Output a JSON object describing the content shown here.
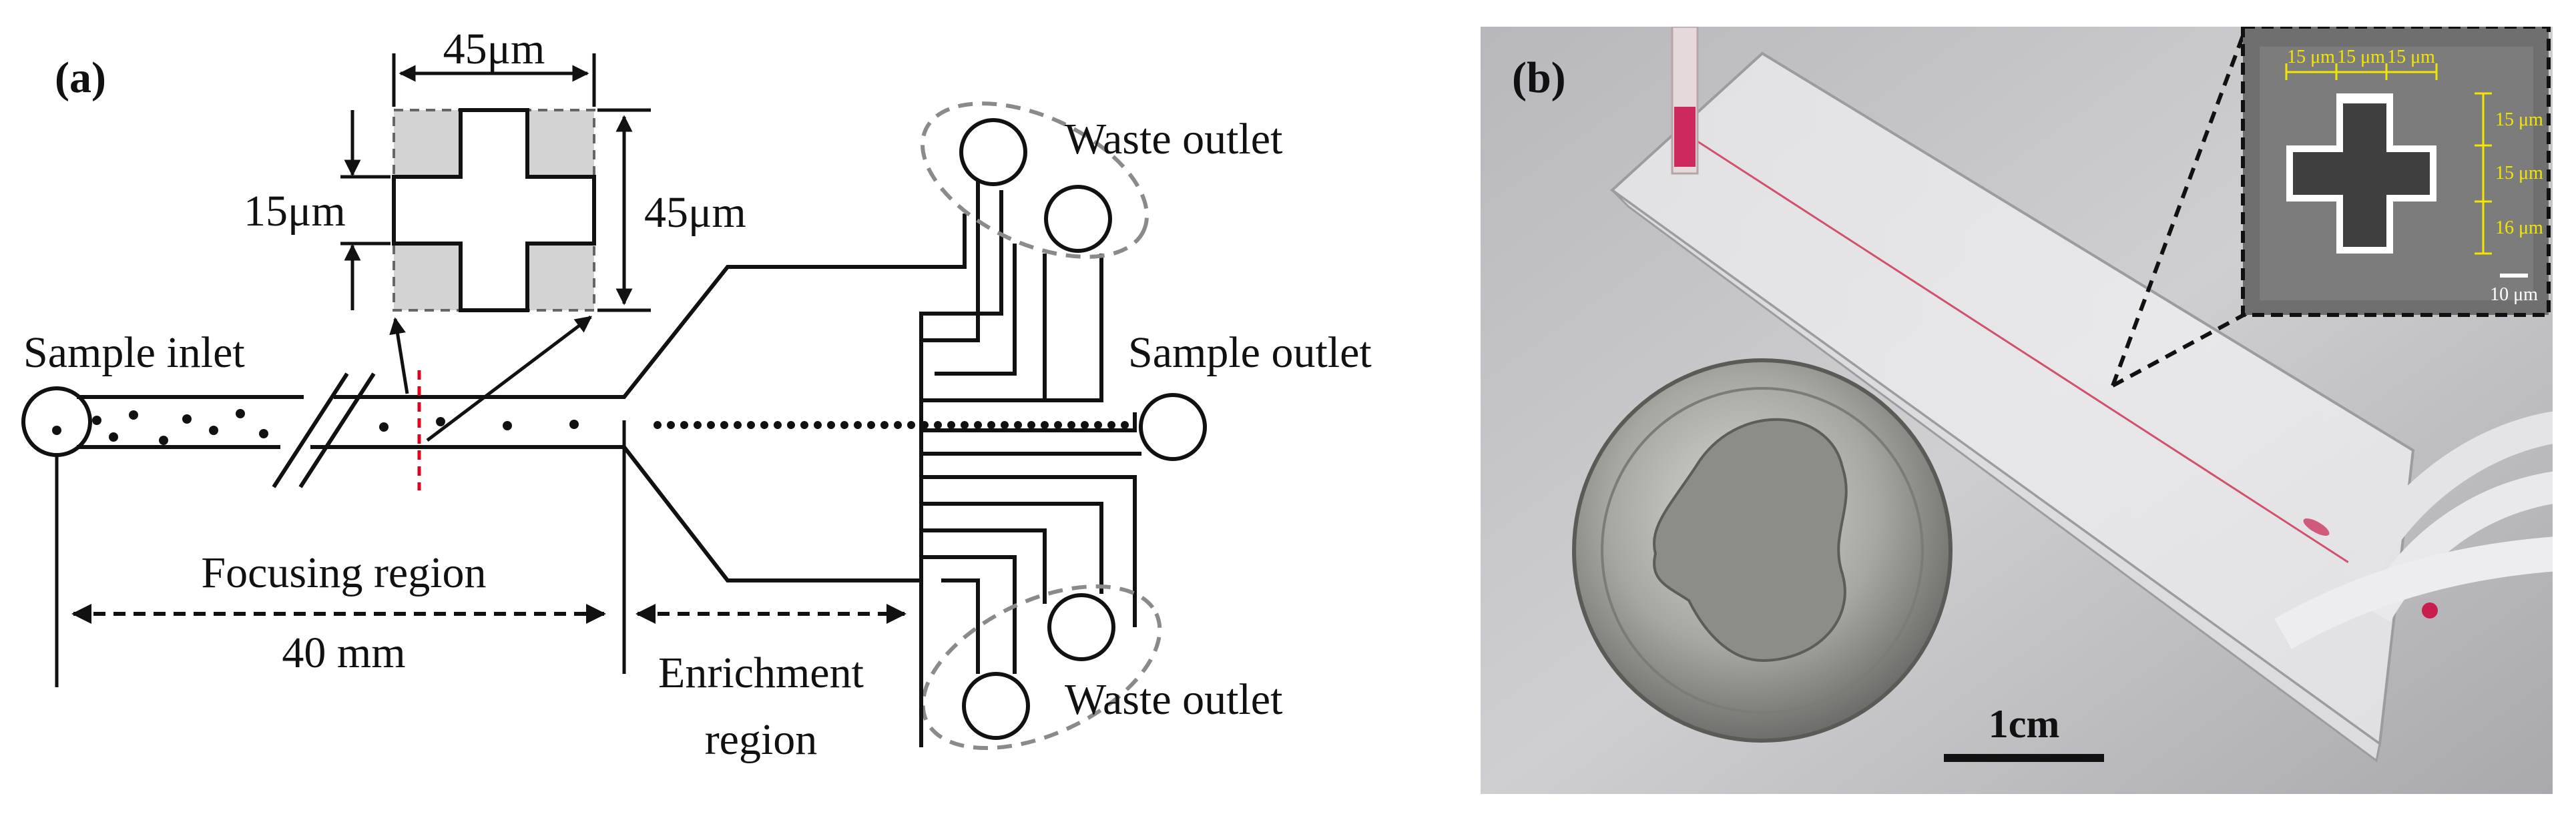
{
  "panel_a": {
    "label": "(a)",
    "dims": {
      "top_width": "45μm",
      "side_height": "45μm",
      "arm_width": "15μm"
    },
    "labels": {
      "sample_inlet": "Sample inlet",
      "sample_outlet": "Sample outlet",
      "waste_outlet_top": "Waste outlet",
      "waste_outlet_bottom": "Waste outlet",
      "focusing_region": "Focusing region",
      "focusing_length": "40 mm",
      "enrichment_line1": "Enrichment",
      "enrichment_line2": "region"
    }
  },
  "panel_b": {
    "label": "(b)",
    "scale_bar": "1cm",
    "inset": {
      "dims_horizontal": [
        "15 μm",
        "15 μm",
        "15 μm"
      ],
      "dims_vertical": [
        "15 μm",
        "15 μm",
        "16 μm"
      ],
      "scale_bar": "10 μm"
    }
  },
  "colors": {
    "ink": "#111111",
    "cross_section_fill": "#d3d3d3",
    "marker_red": "#e0001a",
    "dimension_yellow": "#f2e600",
    "outlet_group_grey": "#8a8a8a"
  }
}
